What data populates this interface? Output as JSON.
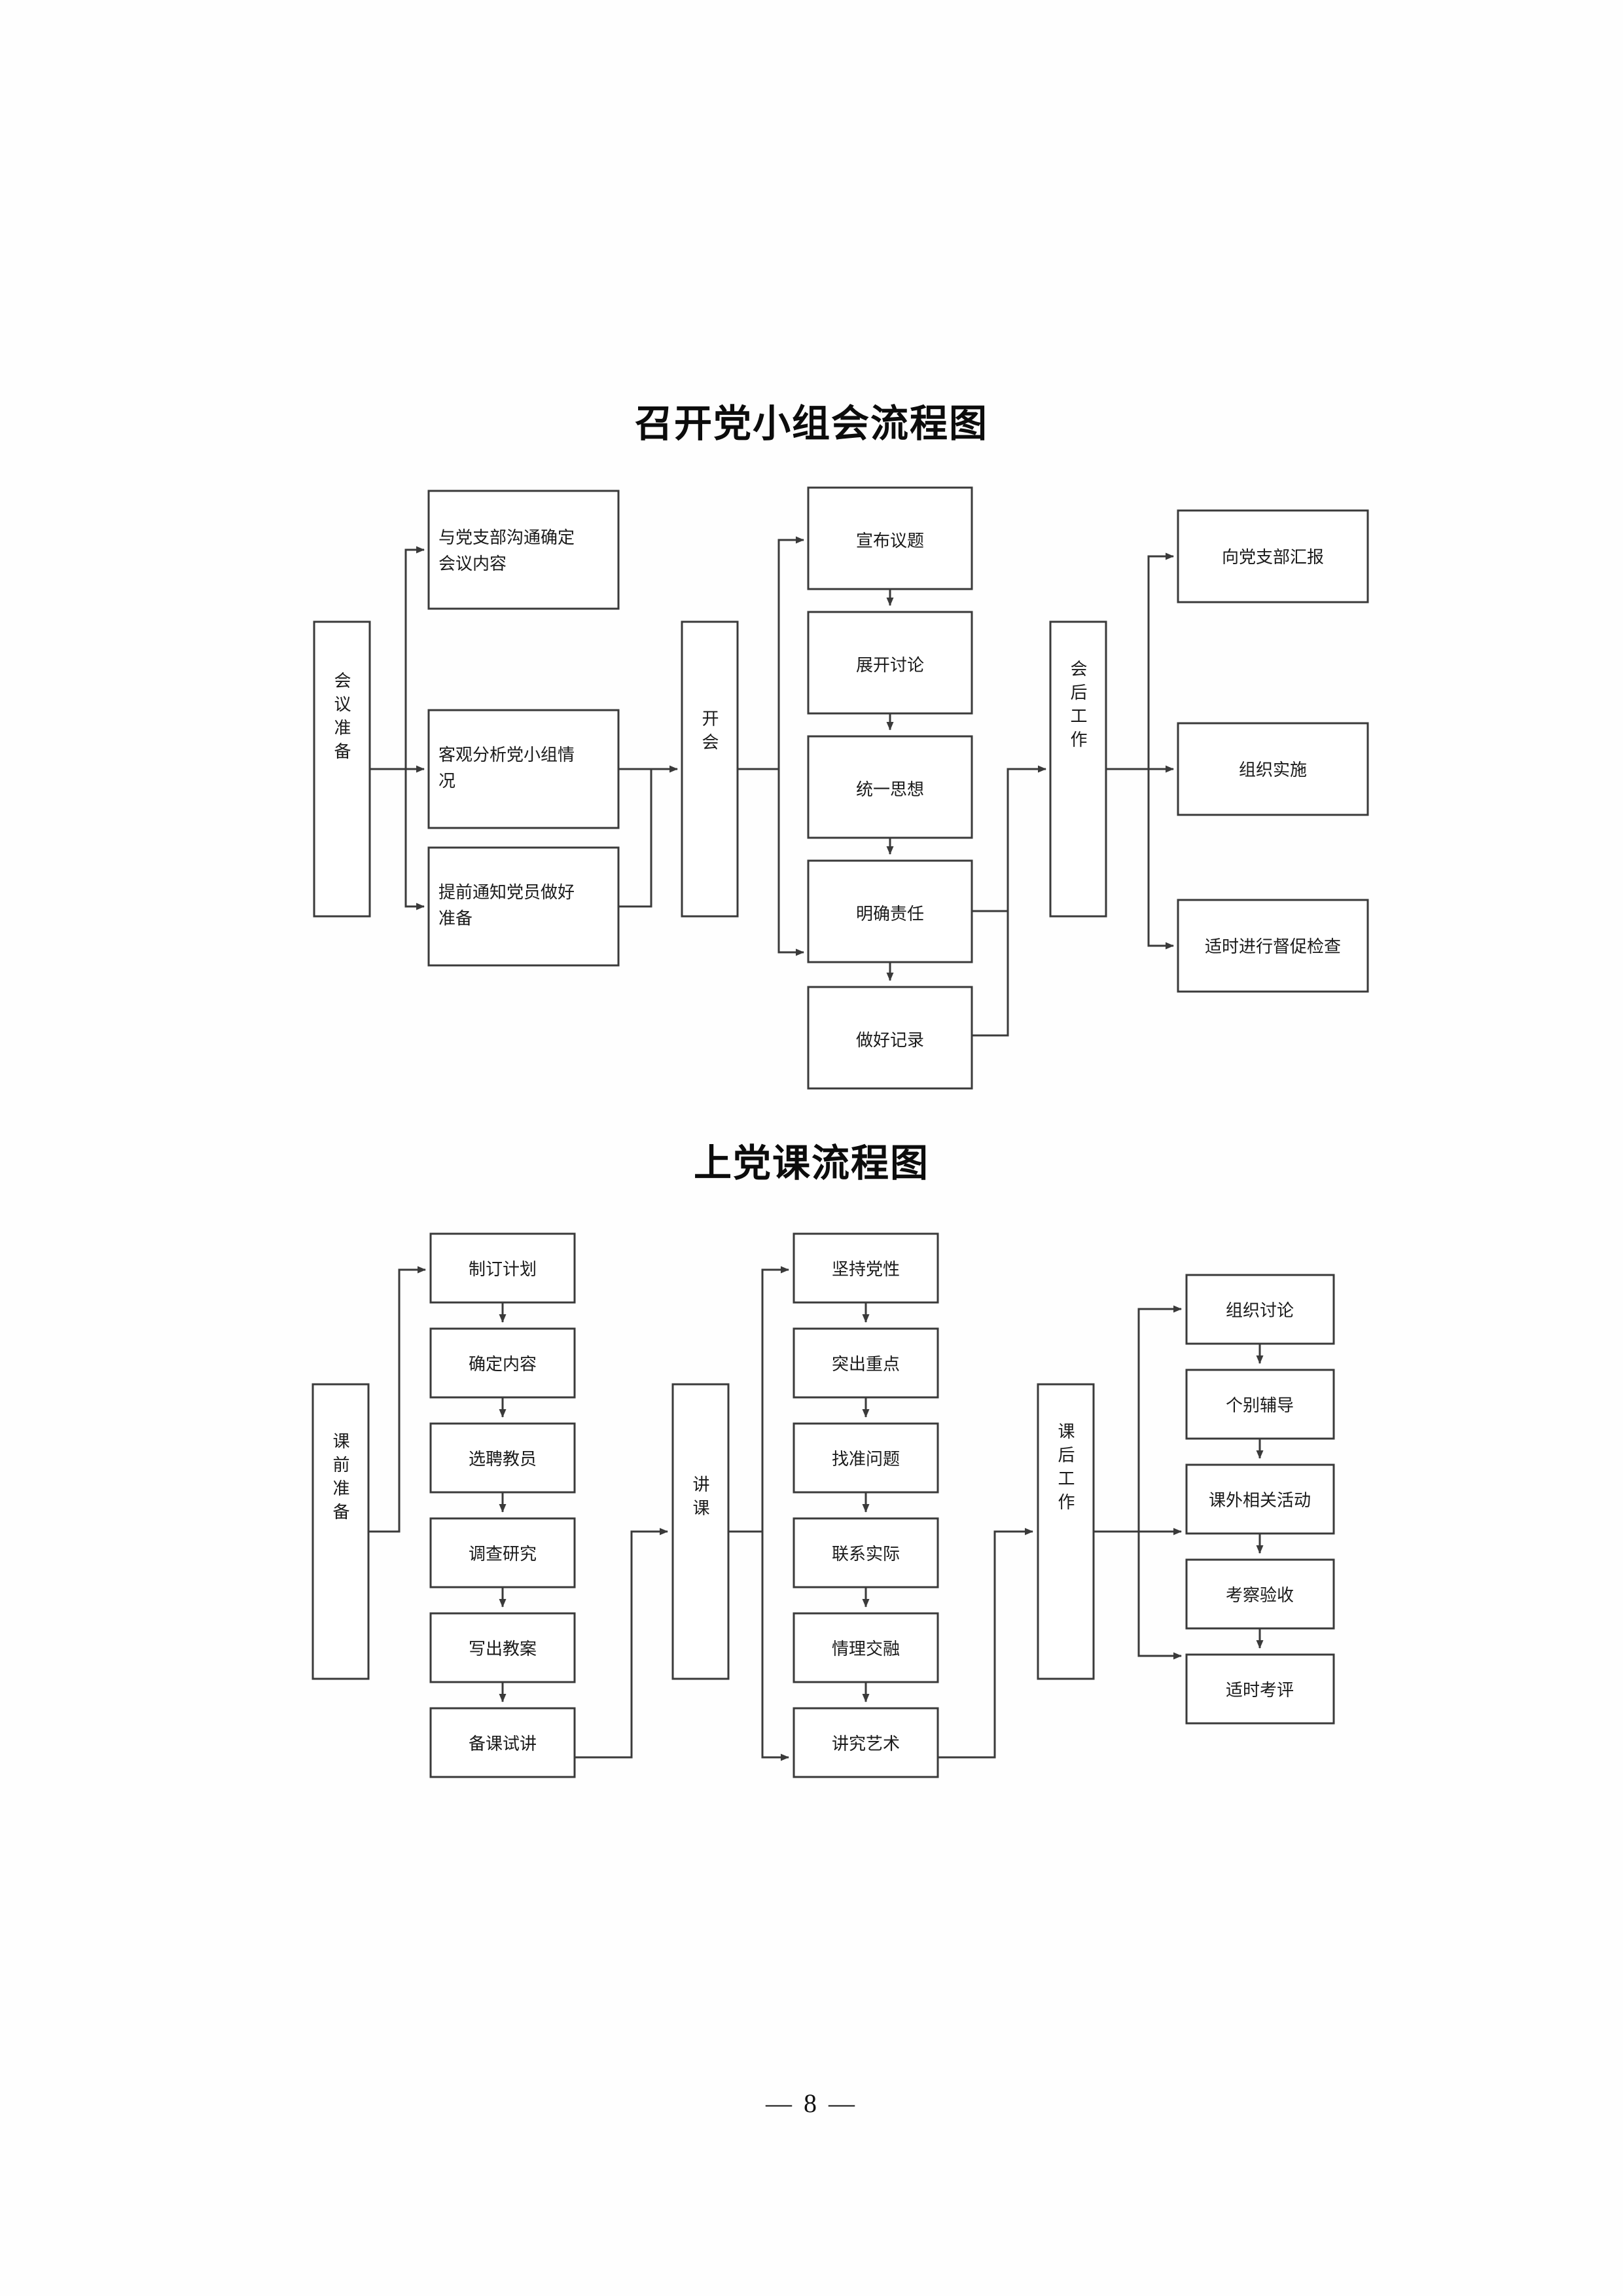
{
  "document": {
    "page_number": "— 8 —"
  },
  "charts": [
    {
      "title": "召开党小组会流程图",
      "type": "flowchart",
      "stages": [
        {
          "name": "会议准备",
          "orientation": "vertical",
          "steps": [
            "与党支部沟通确定会议内容",
            "客观分析党小组情况",
            "提前通知党员做好准备"
          ]
        },
        {
          "name": "开会",
          "orientation": "vertical",
          "steps": [
            "宣布议题",
            "展开讨论",
            "统一思想",
            "明确责任",
            "做好记录"
          ]
        },
        {
          "name": "会后工作",
          "orientation": "vertical",
          "steps": [
            "向党支部汇报",
            "组织实施",
            "适时进行督促检查"
          ]
        }
      ]
    },
    {
      "title": "上党课流程图",
      "type": "flowchart",
      "stages": [
        {
          "name": "课前准备",
          "orientation": "vertical",
          "steps": [
            "制订计划",
            "确定内容",
            "选聘教员",
            "调查研究",
            "写出教案",
            "备课试讲"
          ]
        },
        {
          "name": "讲课",
          "orientation": "vertical",
          "steps": [
            "坚持党性",
            "突出重点",
            "找准问题",
            "联系实际",
            "情理交融",
            "讲究艺术"
          ]
        },
        {
          "name": "课后工作",
          "orientation": "vertical",
          "steps": [
            "组织讨论",
            "个别辅导",
            "课外相关活动",
            "考察验收",
            "适时考评"
          ]
        }
      ]
    }
  ],
  "labels": {
    "c1_stage1": "会议准备",
    "c1_stage2": "开会",
    "c1_stage3": "会后工作",
    "c1_s1_a": "与党支部沟通确定",
    "c1_s1_a2": "会议内容",
    "c1_s1_b": "客观分析党小组情",
    "c1_s1_b2": "况",
    "c1_s1_c": "提前通知党员做好",
    "c1_s1_c2": "准备",
    "c1_s2_a": "宣布议题",
    "c1_s2_b": "展开讨论",
    "c1_s2_c": "统一思想",
    "c1_s2_d": "明确责任",
    "c1_s2_e": "做好记录",
    "c1_s3_a": "向党支部汇报",
    "c1_s3_b": "组织实施",
    "c1_s3_c": "适时进行督促检查",
    "c2_stage1": "课前准备",
    "c2_stage2": "讲课",
    "c2_stage3": "课后工作",
    "c2_s1_a": "制订计划",
    "c2_s1_b": "确定内容",
    "c2_s1_c": "选聘教员",
    "c2_s1_d": "调查研究",
    "c2_s1_e": "写出教案",
    "c2_s1_f": "备课试讲",
    "c2_s2_a": "坚持党性",
    "c2_s2_b": "突出重点",
    "c2_s2_c": "找准问题",
    "c2_s2_d": "联系实际",
    "c2_s2_e": "情理交融",
    "c2_s2_f": "讲究艺术",
    "c2_s3_a": "组织讨论",
    "c2_s3_b": "个别辅导",
    "c2_s3_c": "课外相关活动",
    "c2_s3_d": "考察验收",
    "c2_s3_e": "适时考评"
  }
}
